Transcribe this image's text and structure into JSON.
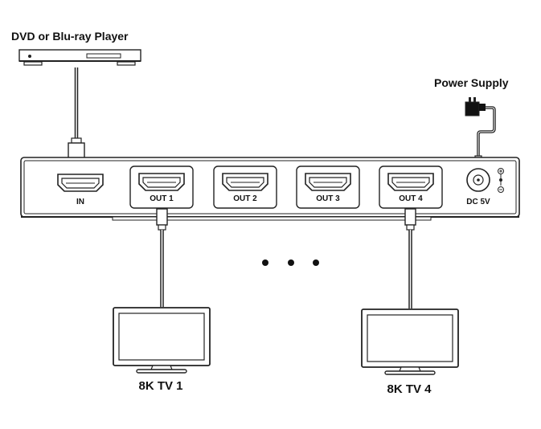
{
  "labels": {
    "source": "DVD or Blu-ray Player",
    "power": "Power Supply",
    "tv1": "8K TV 1",
    "tv4": "8K TV 4"
  },
  "ports": {
    "in": "IN",
    "out1": "OUT 1",
    "out2": "OUT 2",
    "out3": "OUT 3",
    "out4": "OUT 4",
    "dc": "DC 5V"
  },
  "icons": [
    "dvd-player-icon",
    "power-adapter-icon",
    "hdmi-port-icon",
    "tv-monitor-icon",
    "ellipsis-dots-icon"
  ],
  "colors": {
    "line": "#222222",
    "fill": "#ffffff",
    "panel": "#f4f4f4"
  }
}
